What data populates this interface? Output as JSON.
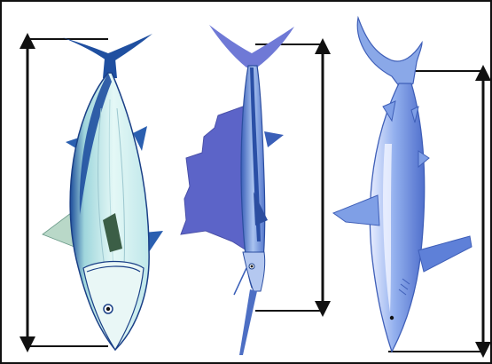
{
  "figure": {
    "fish": [
      {
        "id": "tuna",
        "icon": "tuna-fish-icon",
        "body_color": "#cfeff0",
        "back_color": "#1f4fa0"
      },
      {
        "id": "sailfish",
        "icon": "sailfish-icon",
        "body_color": "#8fb0e8",
        "sail_color": "#5c64c8"
      },
      {
        "id": "shark",
        "icon": "shark-icon",
        "body_color": "#7f9fe6",
        "belly_color": "#e6ecff"
      }
    ],
    "colors": {
      "measure_line": "#111111",
      "frame": "#111111",
      "background": "#ffffff"
    }
  }
}
